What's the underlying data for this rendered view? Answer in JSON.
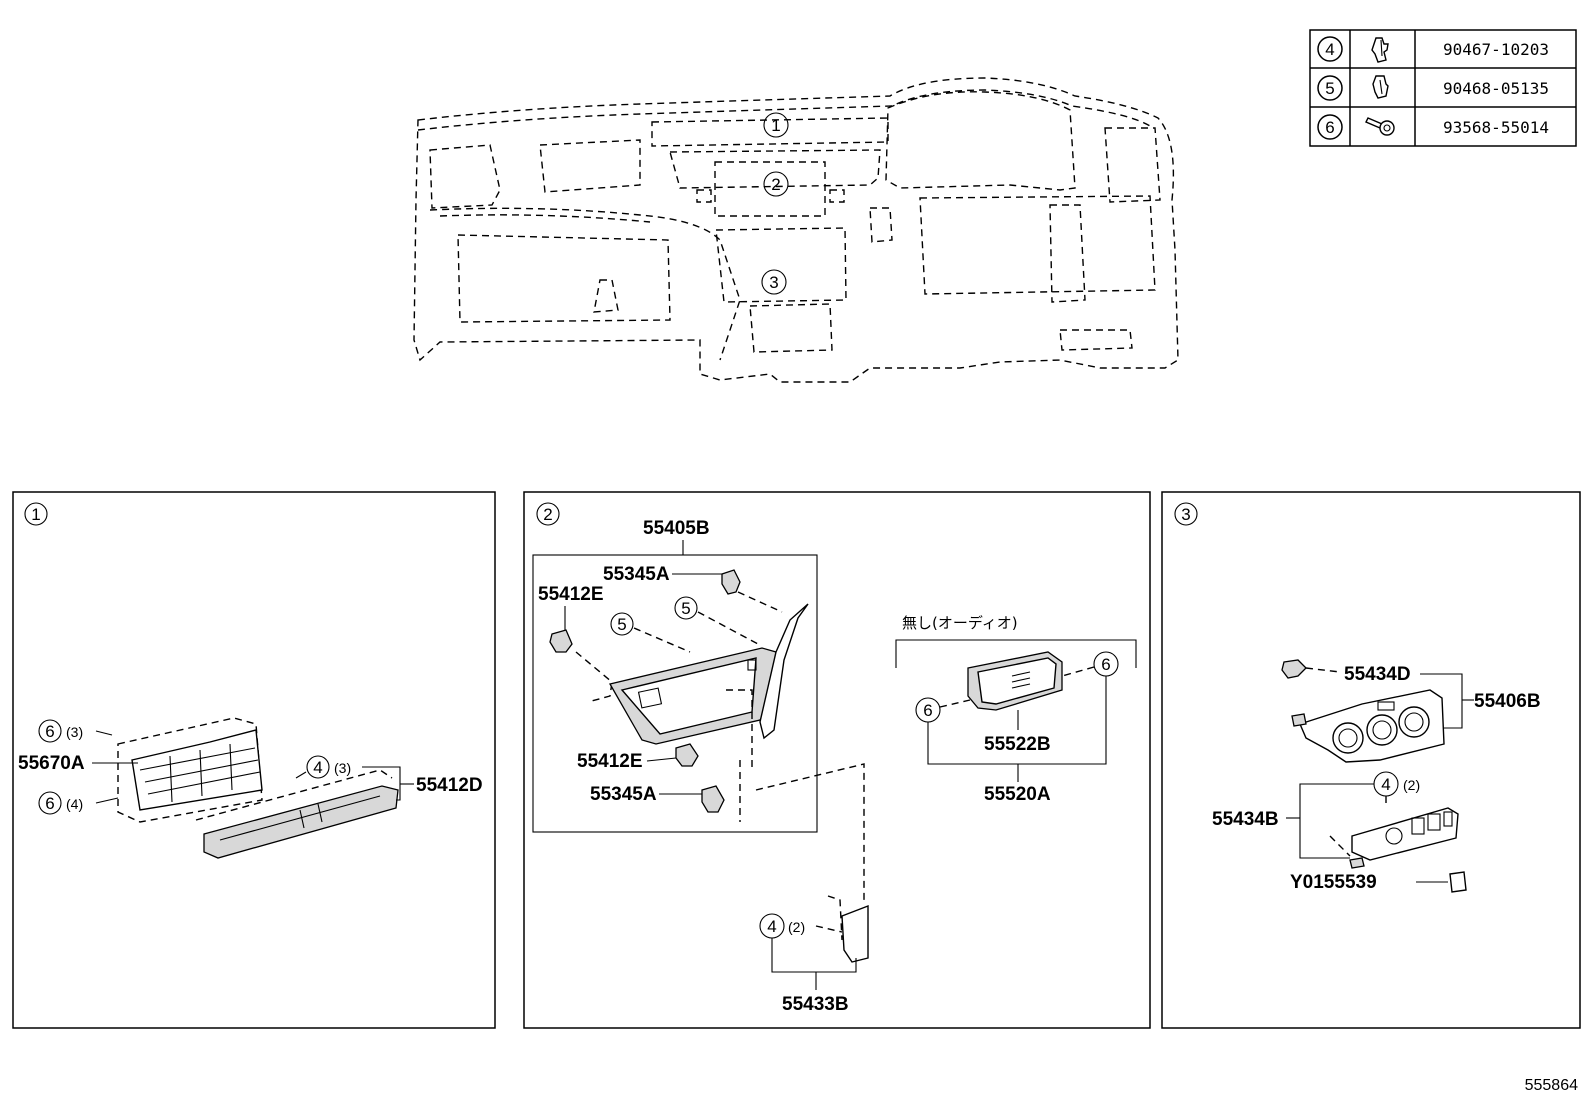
{
  "table": {
    "rows": [
      {
        "ref": "4",
        "icon": "clip-icon",
        "part": "90467-10203"
      },
      {
        "ref": "5",
        "icon": "clip-icon",
        "part": "90468-05135"
      },
      {
        "ref": "6",
        "icon": "screw-icon",
        "part": "93568-55014"
      }
    ]
  },
  "overview": {
    "callouts": [
      "1",
      "2",
      "3"
    ]
  },
  "panel1": {
    "id": "1",
    "labels": {
      "p55670A": "55670A",
      "p55412D": "55412D",
      "c6a": "6",
      "q6a": "(3)",
      "c6b": "6",
      "q6b": "(4)",
      "c4": "4",
      "q4": "(3)"
    }
  },
  "panel2": {
    "id": "2",
    "labels": {
      "p55405B": "55405B",
      "p55345A_top": "55345A",
      "p55412E_top": "55412E",
      "c5a": "5",
      "c5b": "5",
      "p55412E_bot": "55412E",
      "p55345A_bot": "55345A",
      "note": "無し(オーディオ)",
      "c6a": "6",
      "c6b": "6",
      "p55522B": "55522B",
      "p55520A": "55520A",
      "c4": "4",
      "q4": "(2)",
      "p55433B": "55433B"
    }
  },
  "panel3": {
    "id": "3",
    "labels": {
      "p55434D": "55434D",
      "p55406B": "55406B",
      "c4": "4",
      "q4": "(2)",
      "p55434B": "55434B",
      "pY0155539": "Y0155539"
    }
  },
  "footer": {
    "code": "555864"
  }
}
